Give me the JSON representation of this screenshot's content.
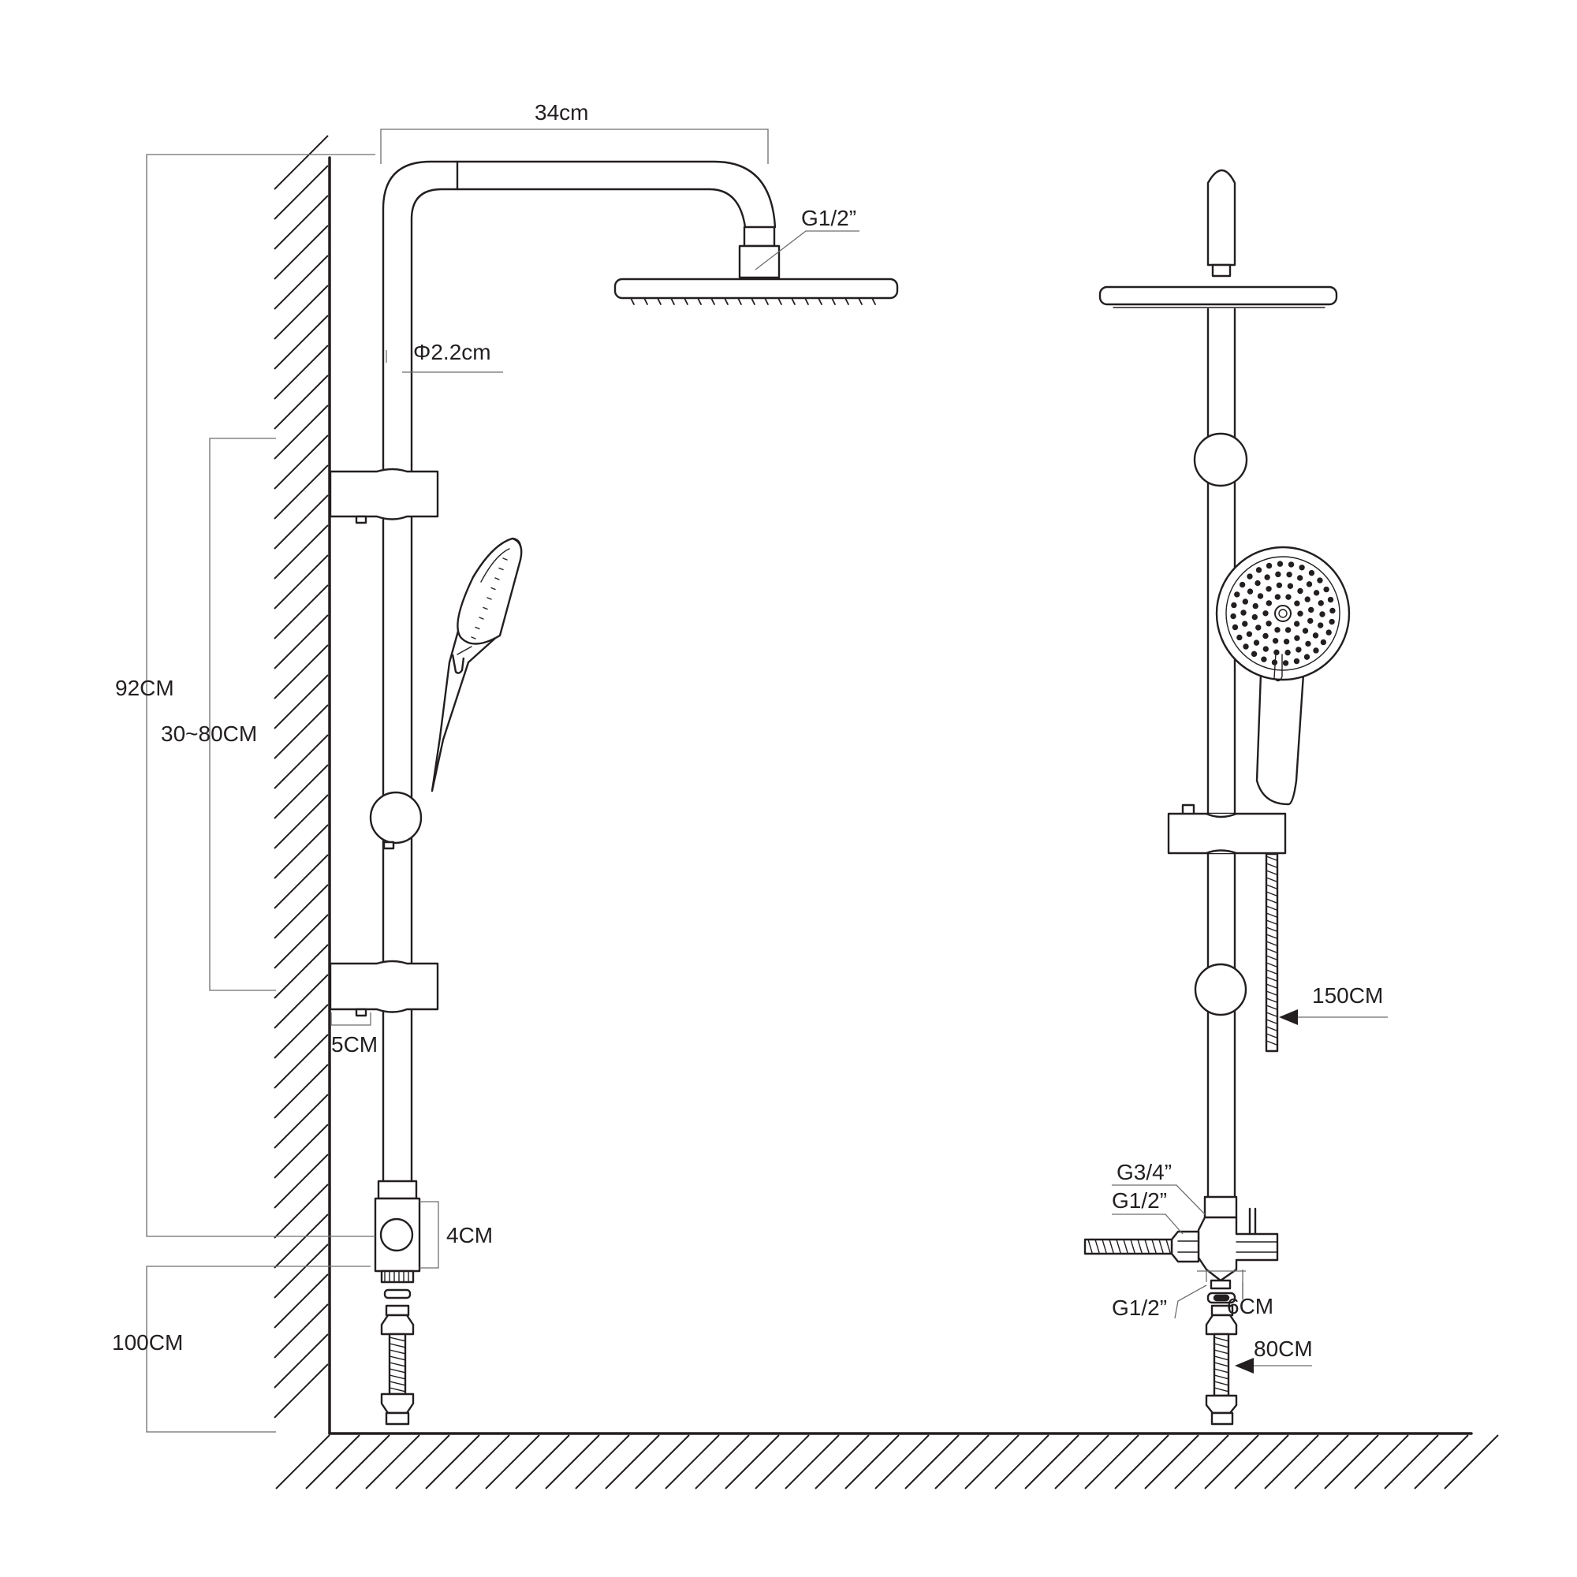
{
  "labels": {
    "arm_length": "34cm",
    "shower_head_thread": "G1/2”",
    "pipe_diameter": "Φ2.2cm",
    "total_height": "92CM",
    "adjust_range": "30~80CM",
    "bracket_offset": "5CM",
    "diverter_height": "4CM",
    "mount_height": "100CM",
    "hose_length": "150CM",
    "thread_top": "G3/4”",
    "thread_side": "G1/2”",
    "thread_bottom": "G1/2”",
    "diverter_width": "6CM",
    "inlet_hose_length": "80CM"
  },
  "colors": {
    "line": "#231f20",
    "dimension_line": "#6d6e71",
    "background": "#ffffff"
  }
}
